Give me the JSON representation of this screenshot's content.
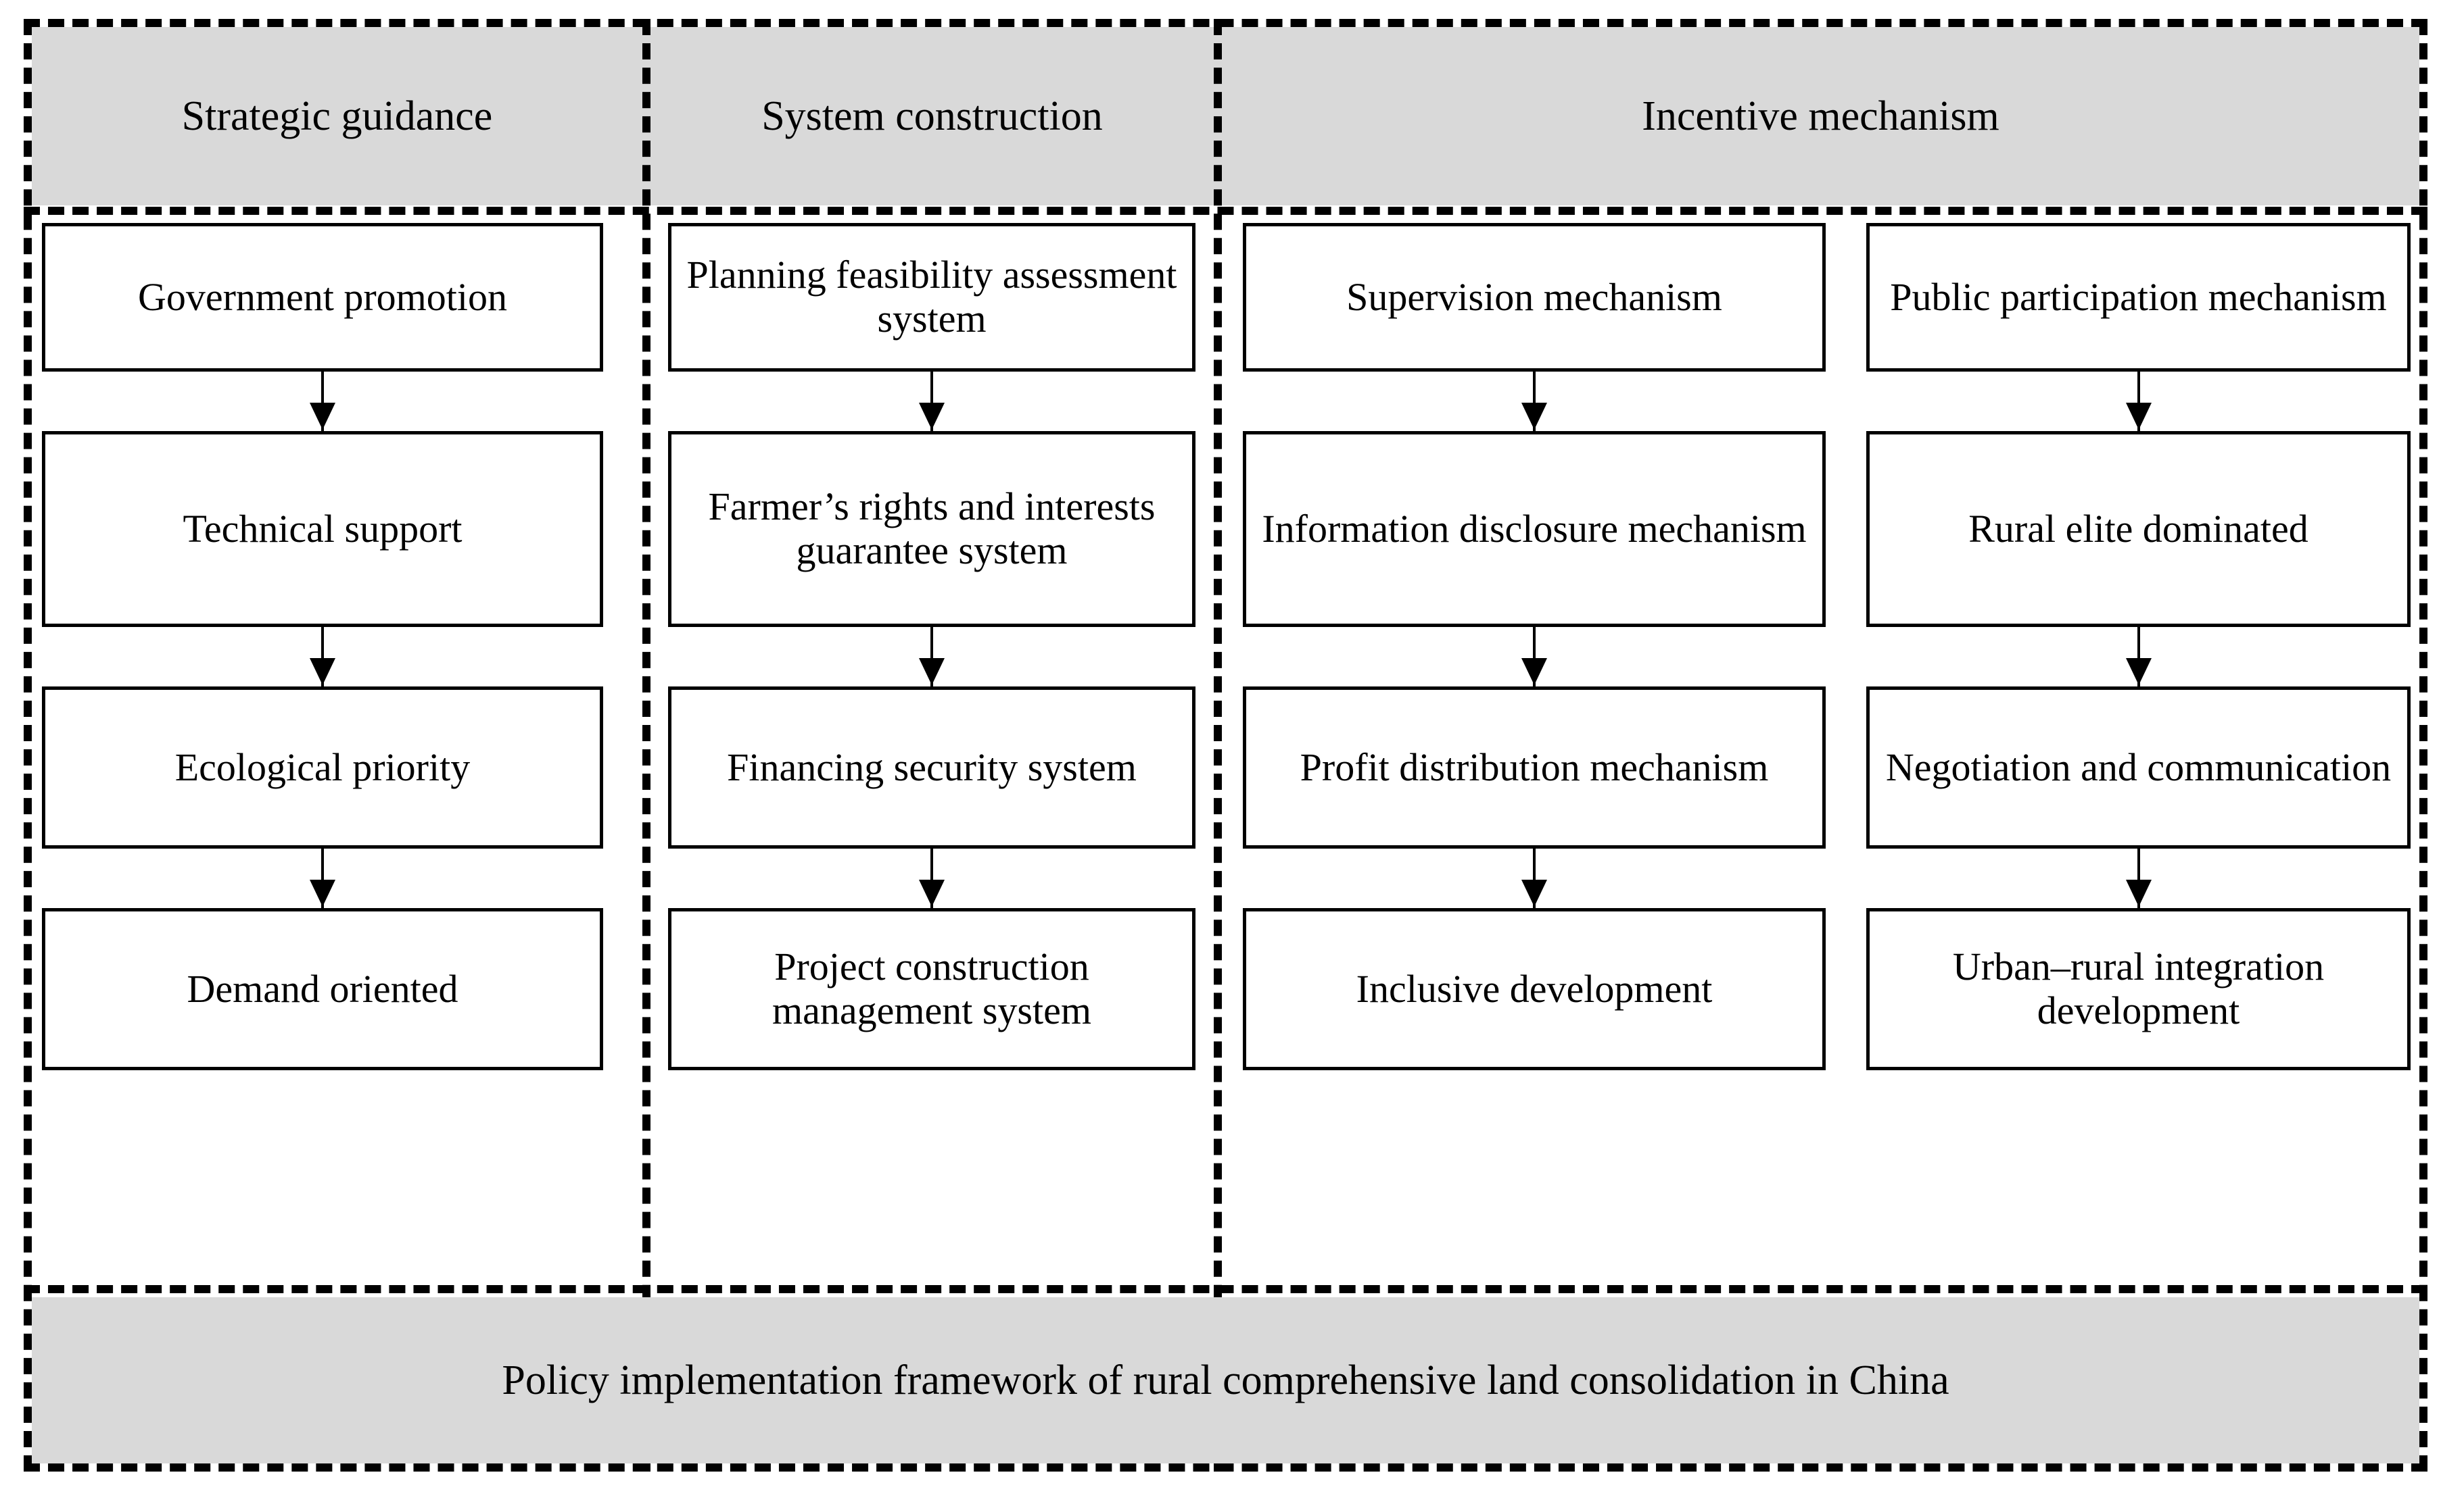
{
  "diagram": {
    "caption": "Policy implementation framework of rural comprehensive land consolidation in China",
    "colors": {
      "band": "#d9d9d9",
      "line": "#000000",
      "box_fill": "#ffffff"
    },
    "groups": [
      {
        "id": "strategic-guidance",
        "label": "Strategic guidance"
      },
      {
        "id": "system-construction",
        "label": "System construction"
      },
      {
        "id": "incentive-mechanism",
        "label": "Incentive mechanism"
      }
    ],
    "columns": [
      {
        "id": "strategic-guidance",
        "group": "strategic-guidance",
        "steps": [
          "Government promotion",
          "Technical support",
          "Ecological priority",
          "Demand oriented"
        ]
      },
      {
        "id": "system-construction",
        "group": "system-construction",
        "steps": [
          "Planning feasibility assessment system",
          "Farmer’s rights and interests guarantee system",
          "Financing security system",
          "Project construction management system"
        ]
      },
      {
        "id": "incentive-left",
        "group": "incentive-mechanism",
        "steps": [
          "Supervision mechanism",
          "Information disclosure mechanism",
          "Profit distribution mechanism",
          "Inclusive development"
        ]
      },
      {
        "id": "incentive-right",
        "group": "incentive-mechanism",
        "steps": [
          "Public participation mechanism",
          "Rural elite dominated",
          "Negotiation and communication",
          "Urban–rural integration development"
        ]
      }
    ]
  }
}
